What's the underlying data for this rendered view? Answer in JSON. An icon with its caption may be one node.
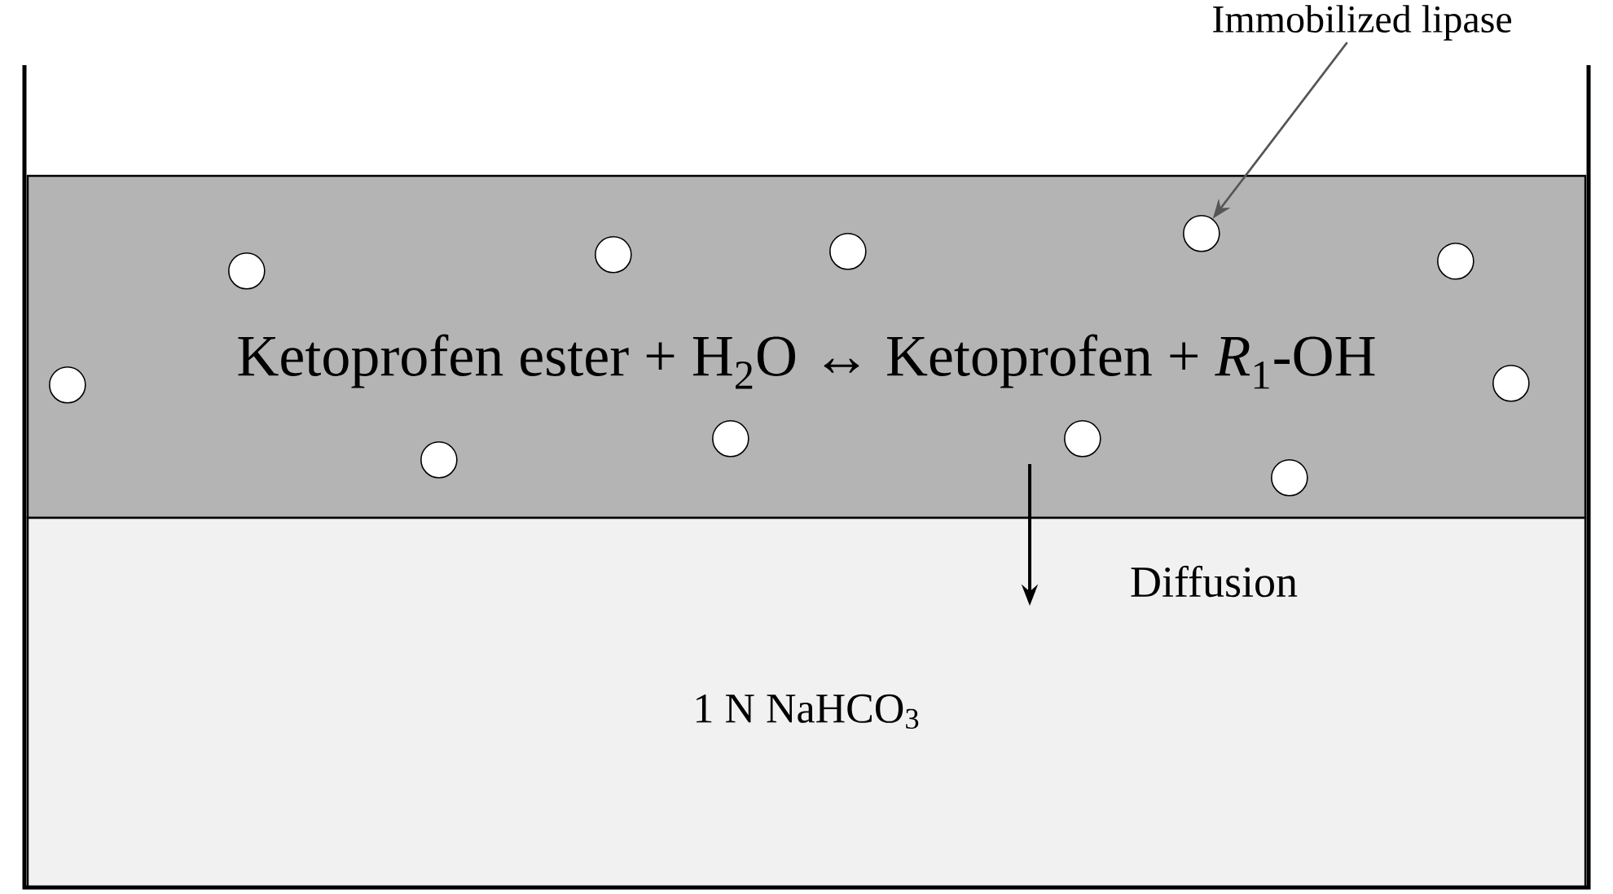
{
  "diagram": {
    "nodes": [
      {
        "text": [
          "Ketoprofen ester + H$_{2}$O ↔ Ketoprofen + *R*$_{1}$-OH"
        ]
      },
      {
        "text": [
          "1 N NaHCO$_{3}$"
        ]
      },
      {
        "text": [],
        "shape": "circle",
        "in": 0
      },
      {
        "text": [],
        "shape": "circle",
        "in": 0
      },
      {
        "text": [],
        "shape": "circle",
        "in": 0
      },
      {
        "text": [],
        "shape": "circle",
        "in": 0
      },
      {
        "text": [],
        "shape": "circle",
        "in": 0
      },
      {
        "text": [],
        "shape": "circle",
        "in": 0
      },
      {
        "text": [],
        "shape": "circle",
        "in": 0
      },
      {
        "text": [],
        "shape": "circle",
        "in": 0
      },
      {
        "text": [],
        "shape": "circle",
        "in": 0
      },
      {
        "text": [],
        "shape": "circle",
        "in": 0
      },
      {
        "text": [],
        "shape": "circle",
        "in": 0
      },
      {
        "text": [
          "Immobilized lipase"
        ]
      }
    ],
    "edges": [
      {
        "from": 13,
        "to": 9,
        "arrow": "to"
      }
    ],
    "labels": [
      "Diffusion"
    ]
  }
}
